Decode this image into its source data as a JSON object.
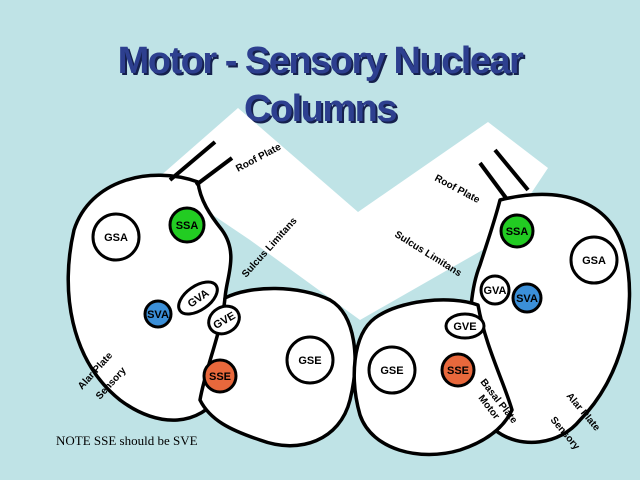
{
  "title": {
    "line1": "Motor - Sensory Nuclear",
    "line2": "Columns"
  },
  "colors": {
    "background": "#bfe3e6",
    "title": "#2d3f8f",
    "gsa_green": "#22cc22",
    "gva_blue": "#3b8fd8",
    "sse_orange": "#e8683c",
    "outline": "#000000",
    "fill": "#ffffff"
  },
  "left": {
    "roof_plate": "Roof Plate",
    "sulcus_limitans": "Sulcus Limitans",
    "alar_plate": "Alar Plate",
    "sensory": "Sensory",
    "nodes": {
      "gsa_white": "GSA",
      "ssa_green": "SSA",
      "gva": "GVA",
      "gvs_blue": "SVA",
      "gve": "GVE",
      "sse": "SSE",
      "gse": "GSE"
    }
  },
  "right": {
    "roof_plate": "Roof Plate",
    "sulcus_limitans": "Sulcus Limitans",
    "basal_plate": "Basal Plate",
    "motor": "Motor",
    "alar_plate": "Alar Plate",
    "sensory": "Sensory",
    "nodes": {
      "ssa_green": "SSA",
      "gsa_white": "GSA",
      "gva": "GVA",
      "sva_blue": "SVA",
      "gve": "GVE",
      "sse": "SSE",
      "gse": "GSE"
    }
  },
  "note": "NOTE SSE should be SVE"
}
